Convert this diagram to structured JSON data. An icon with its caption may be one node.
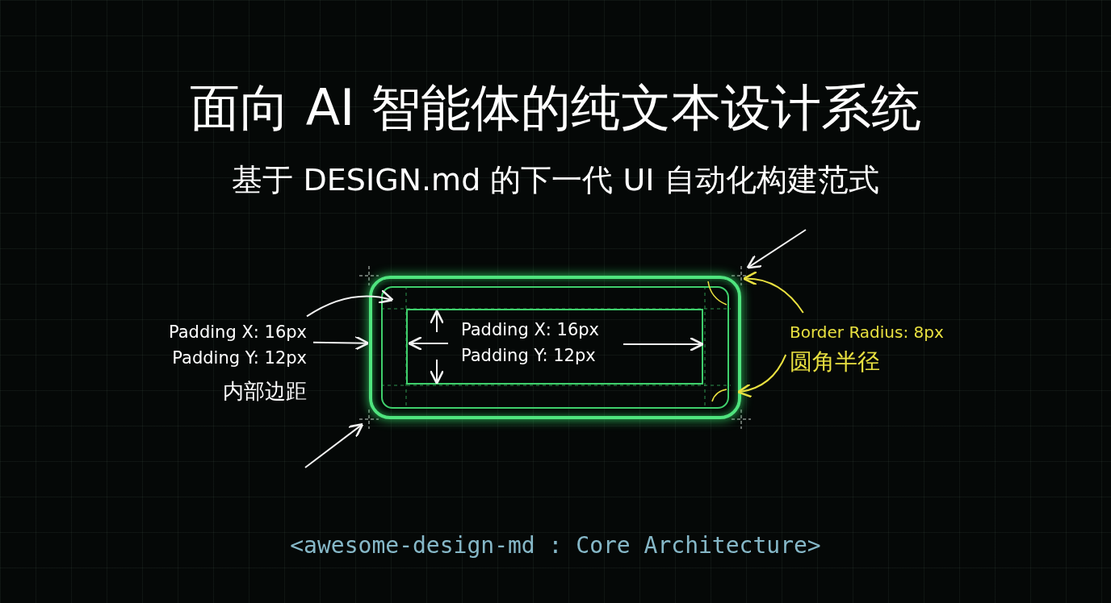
{
  "diagram": {
    "title": "面向 AI 智能体的纯文本设计系统",
    "nodes": [
      {
        "text": [],
        "shape": "box"
      },
      {
        "text": [],
        "shape": "box",
        "in": 0
      },
      {
        "text": [
          "Padding X: 16px Padding Y: 12px"
        ],
        "in": 1
      },
      {
        "text": [
          "Padding X: 16px Padding Y: 12px",
          "内部边距"
        ]
      },
      {
        "text": [
          "Border Radius: 8px",
          "圆角半径"
        ]
      }
    ],
    "edges": [
      {
        "from": 3,
        "to": 1,
        "arrow": "to"
      },
      {
        "from": 3,
        "to": 0,
        "arrow": "to"
      },
      {
        "from": null,
        "to": 0,
        "arrow": "to"
      },
      {
        "from": null,
        "to": 0,
        "arrow": "to"
      },
      {
        "from": 4,
        "to": 0,
        "arrow": "to",
        "color": "#e8e040"
      },
      {
        "from": 4,
        "to": 0,
        "arrow": "to",
        "color": "#e8e040"
      }
    ],
    "labels": [
      "基于 DESIGN.md 的下一代 UI 自动化构建范式",
      "<awesome-design-md : Core Architecture>"
    ]
  }
}
